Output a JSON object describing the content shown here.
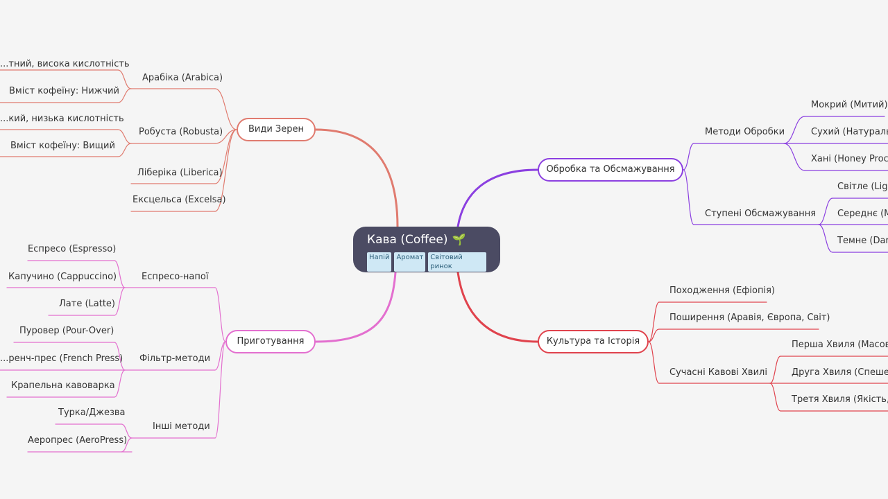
{
  "central": {
    "title": "Кава (Coffee)",
    "icon": "sprout-icon",
    "tags": [
      "Напій",
      "Аромат",
      "Світовий ринок"
    ]
  },
  "colors": {
    "background": "#f5f5f5",
    "central": "#4b4b63",
    "beans": "#e07b6f",
    "processing": "#8b3fe0",
    "brewing": "#e36fcf",
    "culture": "#e0434d"
  },
  "branches": {
    "beans": {
      "label": "Види Зерен",
      "items": [
        {
          "label": "Арабіка (Arabica)",
          "children": [
            "...тний, висока кислотність",
            "Вміст кофеїну: Нижчий"
          ]
        },
        {
          "label": "Робуста (Robusta)",
          "children": [
            "...кий, низька кислотність",
            "Вміст кофеїну: Вищий"
          ]
        },
        {
          "label": "Ліберіка (Liberica)",
          "children": []
        },
        {
          "label": "Ексцельса (Excelsa)",
          "children": []
        }
      ]
    },
    "processing": {
      "label": "Обробка та Обсмажування",
      "items": [
        {
          "label": "Методи Обробки",
          "children": [
            "Мокрий (Митий)",
            "Сухий (Натуральн...",
            "Хані (Honey Proces..."
          ]
        },
        {
          "label": "Ступені Обсмажування",
          "children": [
            "Світле (Ligh...",
            "Середнє (M...",
            "Темне (Dark..."
          ]
        }
      ]
    },
    "brewing": {
      "label": "Приготування",
      "items": [
        {
          "label": "Еспресо-напої",
          "children": [
            "Еспресо (Espresso)",
            "Капучино (Cappuccino)",
            "Лате (Latte)"
          ]
        },
        {
          "label": "Фільтр-методи",
          "children": [
            "Пуровер (Pour-Over)",
            "...ренч-прес (French Press)",
            "Крапельна кавоварка"
          ]
        },
        {
          "label": "Інші методи",
          "children": [
            "Турка/Джезва",
            "Аеропрес (AeroPress)"
          ]
        }
      ]
    },
    "culture": {
      "label": "Культура та Історія",
      "items": [
        {
          "label": "Походження (Ефіопія)",
          "children": []
        },
        {
          "label": "Поширення (Аравія, Європа, Світ)",
          "children": []
        },
        {
          "label": "Сучасні Кавові Хвилі",
          "children": [
            "Перша Хвиля (Масове...",
            "Друга Хвиля (Спешелт...",
            "Третя Хвиля (Якість, пр..."
          ]
        }
      ]
    }
  }
}
